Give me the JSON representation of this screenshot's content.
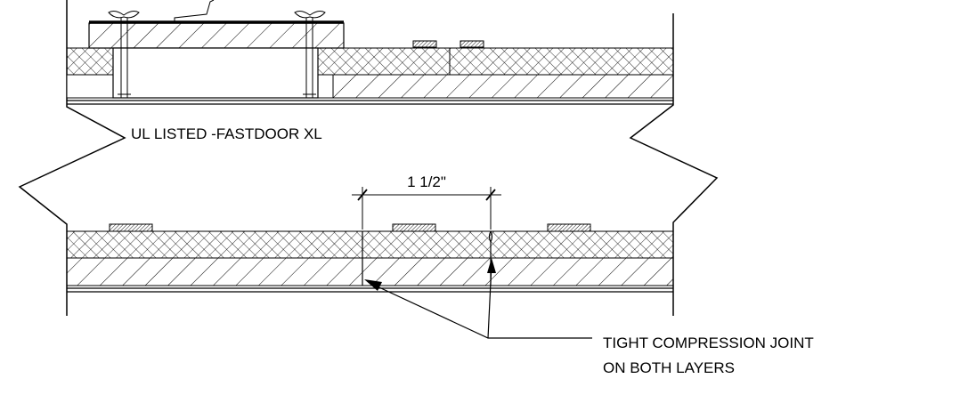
{
  "labels": {
    "title": "UL LISTED -FASTDOOR XL",
    "dimension": "1 1/2\"",
    "note_line1": "TIGHT COMPRESSION JOINT",
    "note_line2": "ON BOTH LAYERS"
  }
}
